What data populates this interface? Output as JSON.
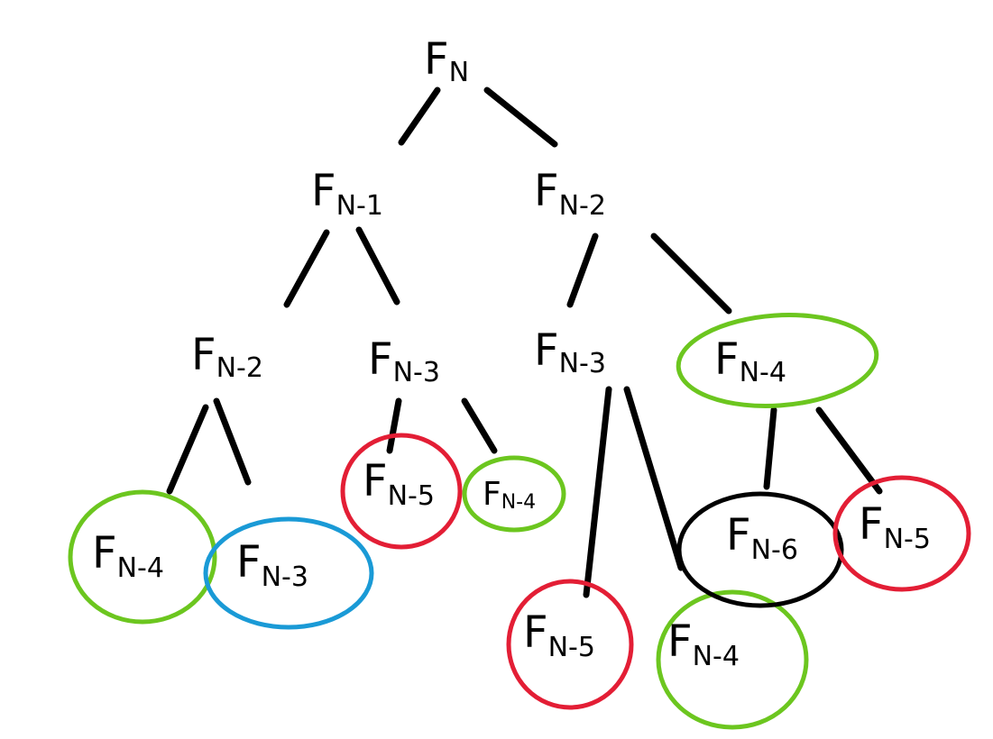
{
  "colors": {
    "ink": "#000000",
    "green": "#6cc61f",
    "red": "#e31e35",
    "blue": "#1a9ad6",
    "background": "#ffffff"
  },
  "tree": {
    "root": {
      "main": "F",
      "sub": "N"
    },
    "level1": [
      {
        "main": "F",
        "sub": "N-1"
      },
      {
        "main": "F",
        "sub": "N-2"
      }
    ],
    "level2": [
      {
        "main": "F",
        "sub": "N-2"
      },
      {
        "main": "F",
        "sub": "N-3"
      },
      {
        "main": "F",
        "sub": "N-3"
      },
      {
        "main": "F",
        "sub": "N-4",
        "circle": "green"
      }
    ],
    "level3": [
      {
        "main": "F",
        "sub": "N-4",
        "circle": "green"
      },
      {
        "main": "F",
        "sub": "N-3",
        "circle": "blue"
      },
      {
        "main": "F",
        "sub": "N-5",
        "circle": "red"
      },
      {
        "main": "F",
        "sub": "N-4",
        "circle": "green"
      },
      {
        "main": "F",
        "sub": "N-5",
        "circle": "red"
      },
      {
        "main": "F",
        "sub": "N-4",
        "circle": "green"
      },
      {
        "main": "F",
        "sub": "N-6",
        "circle": "black"
      },
      {
        "main": "F",
        "sub": "N-5",
        "circle": "red"
      }
    ]
  }
}
